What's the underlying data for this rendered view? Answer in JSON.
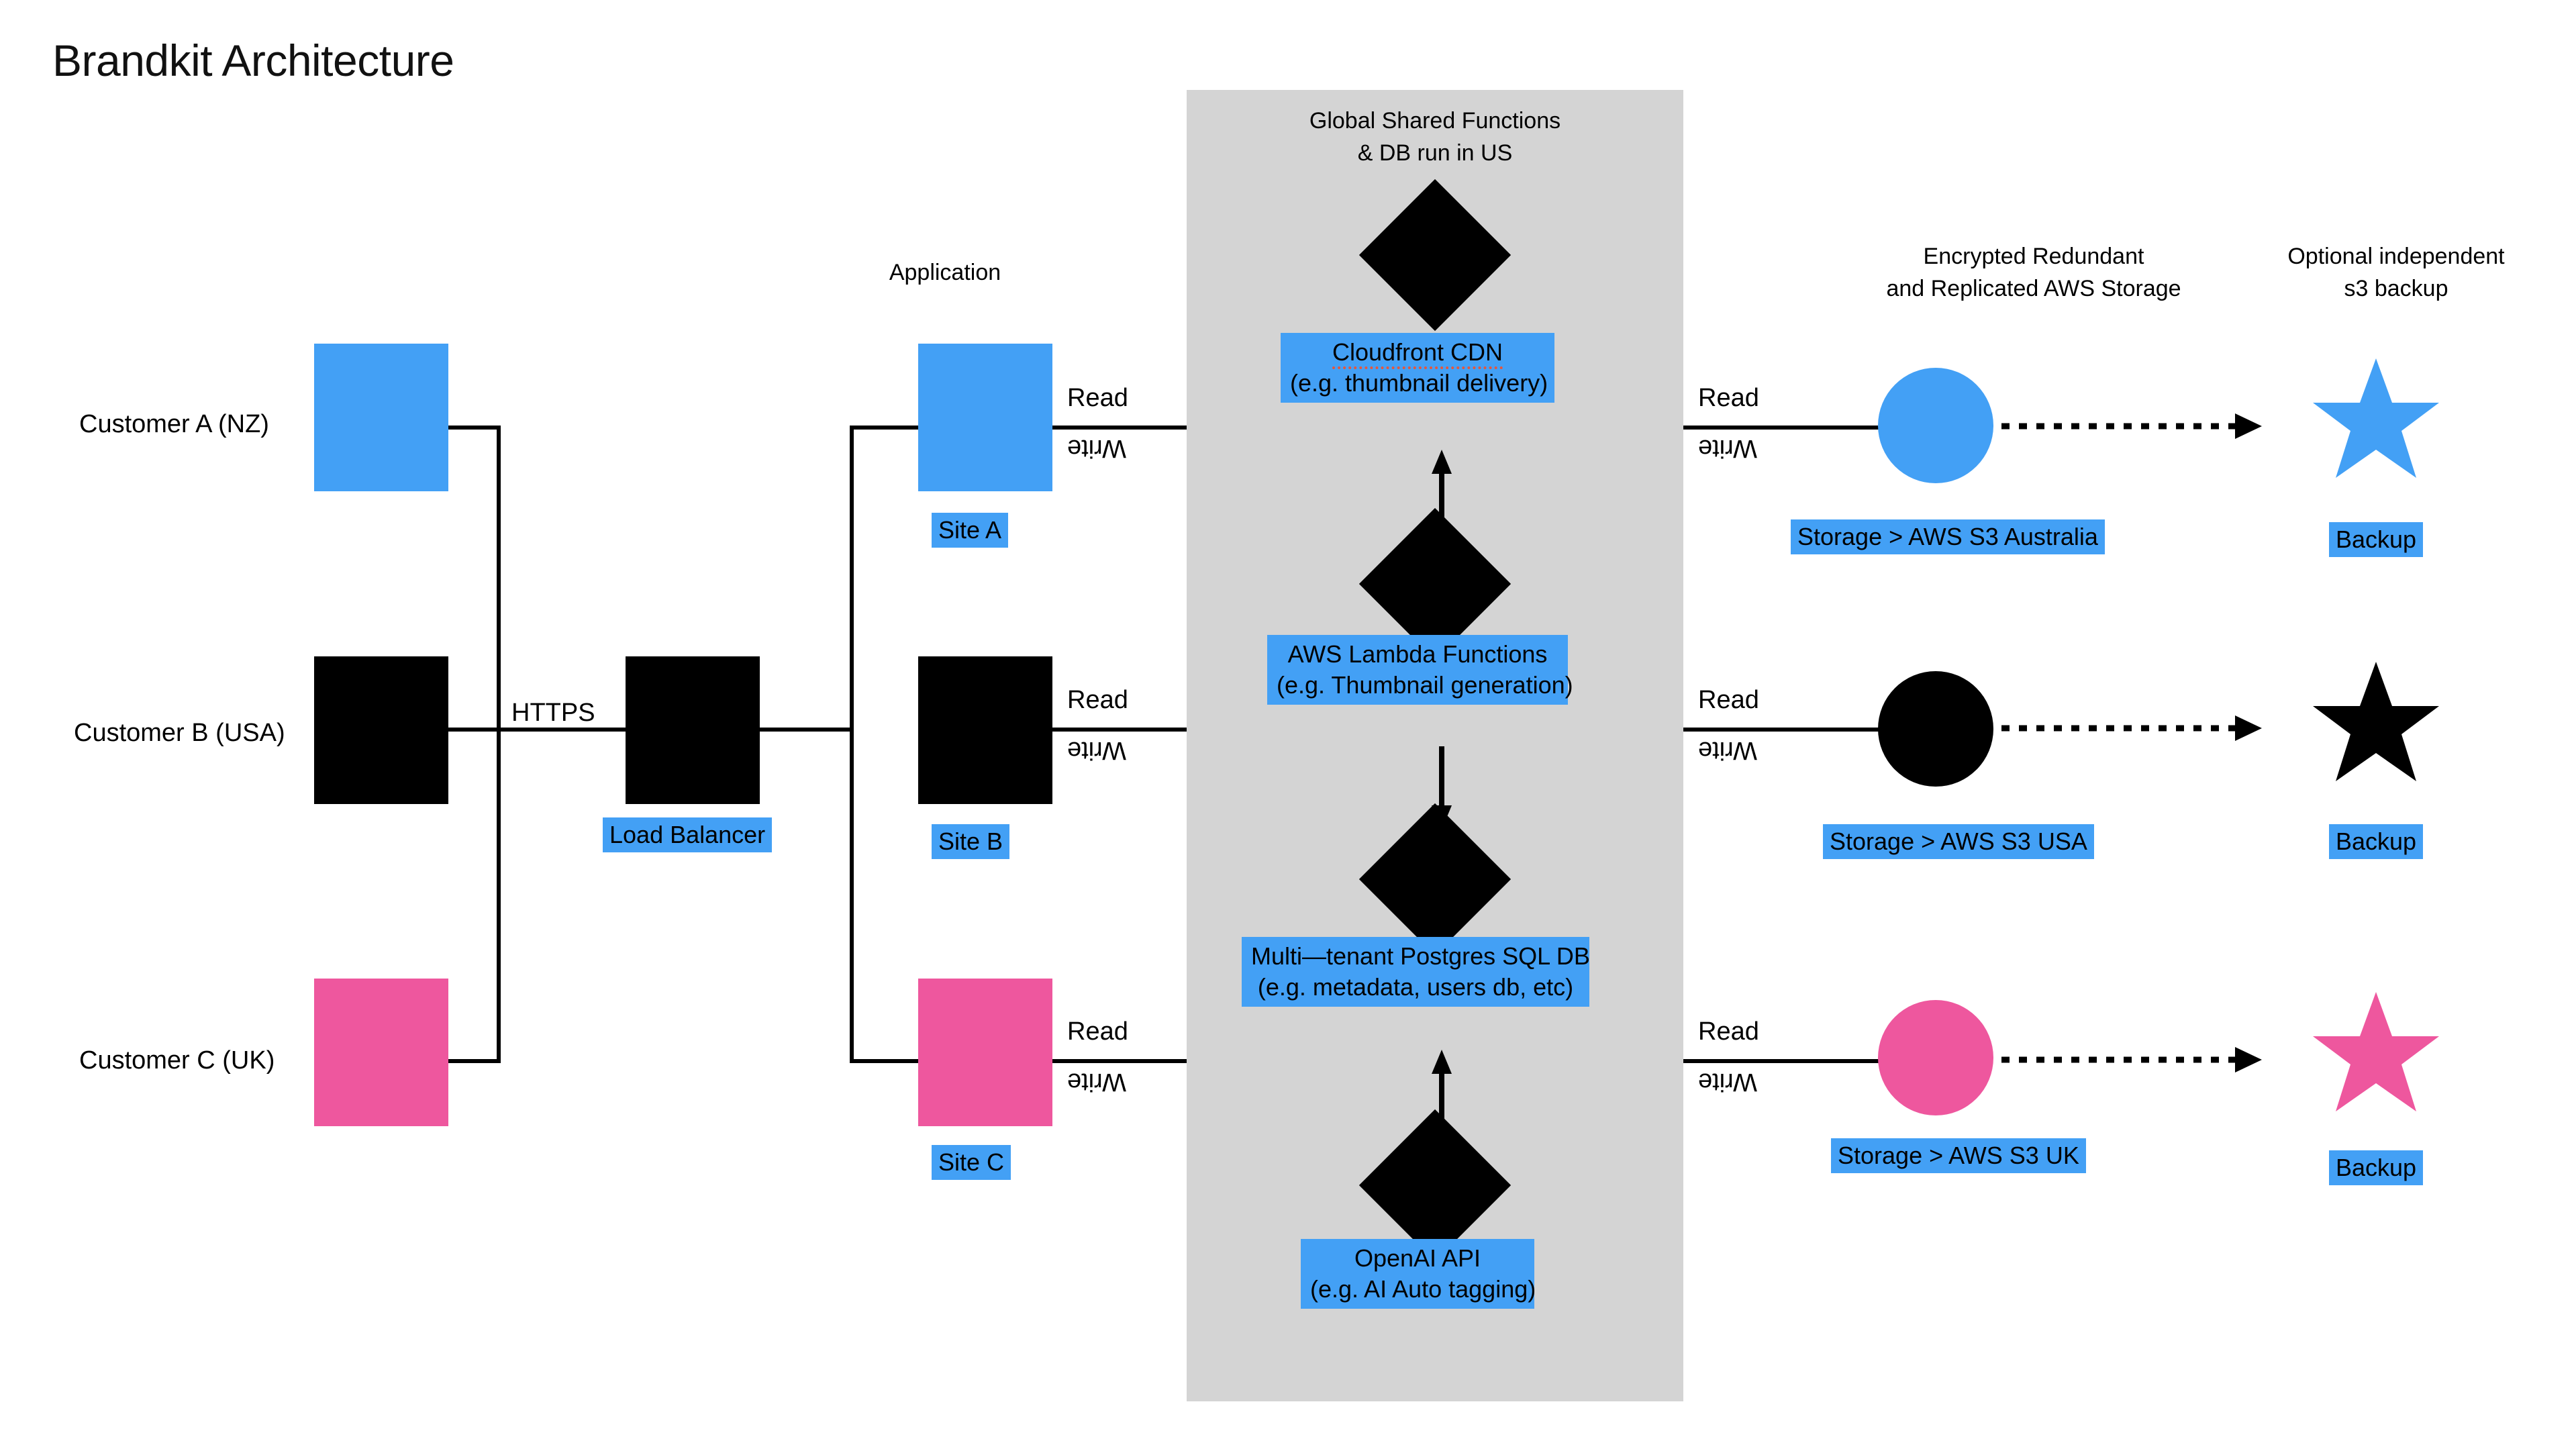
{
  "title": "Brandkit Architecture",
  "colors": {
    "blue": "#43A0F5",
    "black": "#000000",
    "pink": "#EE579E",
    "panel_gray": "#D4D4D4",
    "spellcheck_underline": "#E8553A"
  },
  "column_headers": {
    "application": "Application",
    "shared_line1": "Global Shared Functions",
    "shared_line2": "& DB run in US",
    "storage_line1": "Encrypted Redundant",
    "storage_line2": "and Replicated AWS Storage",
    "backup_line1": "Optional independent",
    "backup_line2": "s3 backup"
  },
  "customers": [
    {
      "label": "Customer A (NZ)",
      "color": "blue"
    },
    {
      "label": "Customer B (USA)",
      "color": "black"
    },
    {
      "label": "Customer C (UK)",
      "color": "pink"
    }
  ],
  "transport": {
    "protocol_label": "HTTPS",
    "load_balancer_label": "Load Balancer"
  },
  "sites": [
    {
      "label": "Site A",
      "color": "blue",
      "read": "Read",
      "write": "Write"
    },
    {
      "label": "Site B",
      "color": "black",
      "read": "Read",
      "write": "Write"
    },
    {
      "label": "Site C",
      "color": "pink",
      "read": "Read",
      "write": "Write"
    }
  ],
  "shared_stack": [
    {
      "type": "diamond"
    },
    {
      "type": "box",
      "line1": "Cloudfront CDN",
      "line2": "(e.g. thumbnail delivery)",
      "misspelled_word": "Cloudfront"
    },
    {
      "type": "diamond"
    },
    {
      "type": "box",
      "line1": "AWS Lambda Functions",
      "line2": "(e.g. Thumbnail generation)"
    },
    {
      "type": "diamond"
    },
    {
      "type": "box",
      "line1": "Multi—tenant Postgres SQL DB",
      "line2": "(e.g. metadata, users db, etc)"
    },
    {
      "type": "diamond"
    },
    {
      "type": "box",
      "line1": "OpenAI API",
      "line2": "(e.g. AI Auto tagging)"
    }
  ],
  "storage": [
    {
      "label": "Storage > AWS S3 Australia",
      "color": "blue",
      "read": "Read",
      "write": "Write"
    },
    {
      "label": "Storage > AWS S3 USA",
      "color": "black",
      "read": "Read",
      "write": "Write"
    },
    {
      "label": "Storage > AWS S3 UK",
      "color": "pink",
      "read": "Read",
      "write": "Write"
    }
  ],
  "backups": [
    {
      "label": "Backup",
      "color": "blue"
    },
    {
      "label": "Backup",
      "color": "black"
    },
    {
      "label": "Backup",
      "color": "pink"
    }
  ]
}
